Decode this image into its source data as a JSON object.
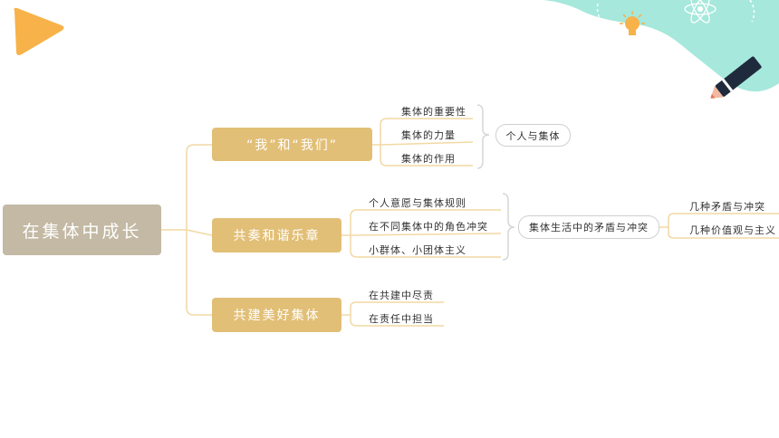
{
  "mindmap": {
    "root": "在集体中成长",
    "branches": [
      {
        "label": "“我”和“我们”",
        "items": [
          "集体的重要性",
          "集体的力量",
          "集体的作用"
        ],
        "summary": "个人与集体"
      },
      {
        "label": "共奏和谐乐章",
        "items": [
          "个人意愿与集体规则",
          "在不同集体中的角色冲突",
          "小群体、小团体主义"
        ],
        "summary": "集体生活中的矛盾与冲突",
        "subitems": [
          "几种矛盾与冲突",
          "几种价值观与主义"
        ]
      },
      {
        "label": "共建美好集体",
        "items": [
          "在共建中尽责",
          "在责任中担当"
        ]
      }
    ]
  },
  "colors": {
    "root": "#c3b9a4",
    "branch": "#e2bf77",
    "line": "#f2d9a4",
    "accent_triangle": "#f7b24a",
    "corner_teal": "#a6e8dc"
  },
  "icons": [
    "play-triangle-icon",
    "lightbulb-icon",
    "atom-icon",
    "pencil-icon"
  ]
}
